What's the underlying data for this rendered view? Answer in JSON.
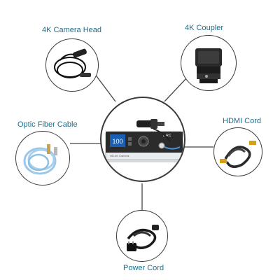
{
  "items": {
    "camera_head": "4K Camera Head",
    "coupler": "4K Coupler",
    "optic_fiber": "Optic Fiber Cable",
    "hdmi": "HDMI Cord",
    "power": "Power Cord"
  },
  "device": {
    "screen_value": "100",
    "brand": "ᴅ.RC",
    "model": "HD-4K Camera"
  },
  "colors": {
    "label": "#1f6e8a",
    "line": "#444444",
    "screen": "#1a5fb4"
  }
}
